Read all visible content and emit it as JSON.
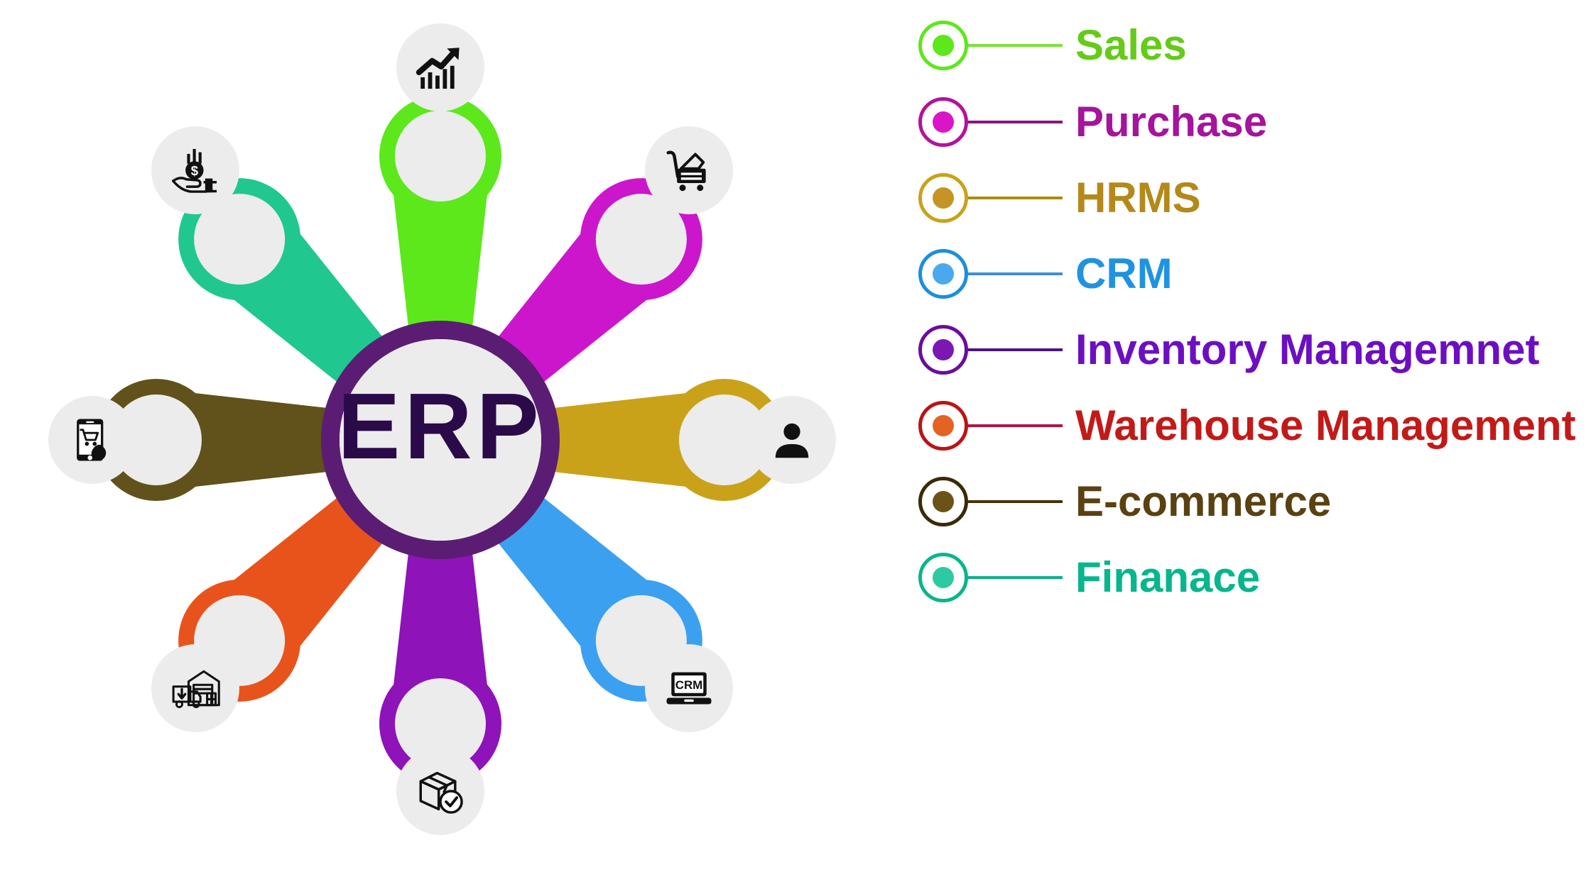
{
  "diagram": {
    "type": "hub-and-spoke",
    "hub": {
      "label": "ERP",
      "ring_color": "#5b1d73",
      "fill_color": "#ececec",
      "text_color": "#2b0a4a"
    },
    "spokes": [
      {
        "label": "Sales",
        "icon": "growth-chart-icon",
        "color": "#5ce81b",
        "angle_deg": -90,
        "position": "top"
      },
      {
        "label": "Purchase",
        "icon": "shopping-cart-icon",
        "color": "#cc16cc",
        "angle_deg": -45,
        "position": "top-right"
      },
      {
        "label": "HRMS",
        "icon": "person-icon",
        "color": "#c9a21a",
        "angle_deg": 0,
        "position": "right"
      },
      {
        "label": "CRM",
        "icon": "laptop-crm-icon",
        "color": "#3ca0f0",
        "angle_deg": 45,
        "position": "bottom-right"
      },
      {
        "label": "Inventory Managemnet",
        "icon": "box-check-icon",
        "color": "#8e13b8",
        "angle_deg": 90,
        "position": "bottom"
      },
      {
        "label": "Warehouse Management",
        "icon": "warehouse-truck-icon",
        "color": "#e8531c",
        "angle_deg": 135,
        "position": "bottom-left"
      },
      {
        "label": "E-commerce",
        "icon": "mobile-shopping-icon",
        "color": "#60521a",
        "angle_deg": 180,
        "position": "left"
      },
      {
        "label": "Finanace",
        "icon": "hand-money-icon",
        "color": "#20c78f",
        "angle_deg": -135,
        "position": "top-left"
      }
    ]
  },
  "legend": {
    "items": [
      {
        "label": "Sales",
        "ring_color": "#5ce81b",
        "dot_color": "#5ce81b",
        "line_color": "#7ae23a",
        "text_color": "#64cb18"
      },
      {
        "label": "Purchase",
        "ring_color": "#b3129f",
        "dot_color": "#d915c7",
        "line_color": "#8d1282",
        "text_color": "#a4149c"
      },
      {
        "label": "HRMS",
        "ring_color": "#c9a21a",
        "dot_color": "#c49424",
        "line_color": "#ab8c12",
        "text_color": "#b4891a"
      },
      {
        "label": "CRM",
        "ring_color": "#1b8ede",
        "dot_color": "#4aa8ef",
        "line_color": "#3e8fd4",
        "text_color": "#1f93e0"
      },
      {
        "label": "Inventory Managemnet",
        "ring_color": "#6a0d9e",
        "dot_color": "#7b18b2",
        "line_color": "#4d1380",
        "text_color": "#6d0fc0"
      },
      {
        "label": "Warehouse Management",
        "ring_color": "#bb1414",
        "dot_color": "#e36322",
        "line_color": "#b21445",
        "text_color": "#c21a18"
      },
      {
        "label": "E-commerce",
        "ring_color": "#3a2a06",
        "dot_color": "#6b5318",
        "line_color": "#463409",
        "text_color": "#5a4110"
      },
      {
        "label": "Finanace",
        "ring_color": "#09b68b",
        "dot_color": "#2ec9a1",
        "line_color": "#0bb189",
        "text_color": "#07b68d"
      }
    ]
  }
}
